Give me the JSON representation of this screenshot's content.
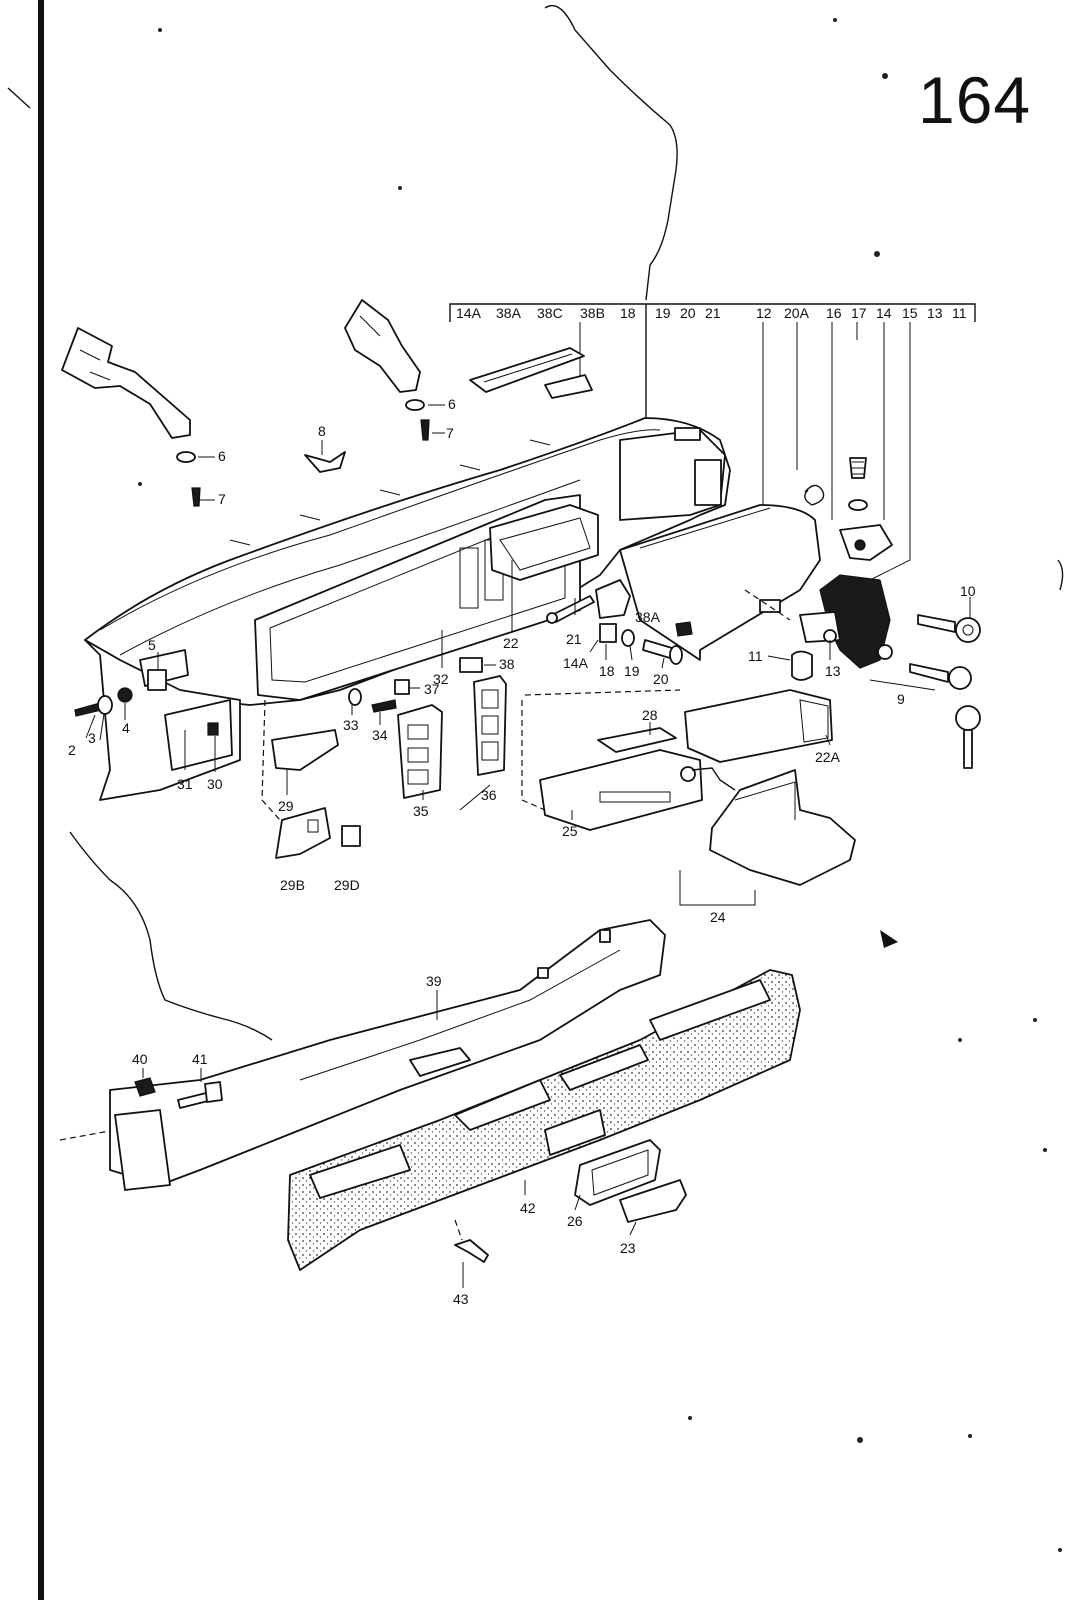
{
  "page_number": "164",
  "header_labels": [
    "14A",
    "38A",
    "38C",
    "38B",
    "18",
    "19",
    "20",
    "21",
    "12",
    "20A",
    "16",
    "17",
    "14",
    "15",
    "13",
    "11"
  ],
  "callouts": {
    "c2": "2",
    "c3": "3",
    "c4": "4",
    "c5": "5",
    "c6a": "6",
    "c6b": "6",
    "c7a": "7",
    "c7b": "7",
    "c8": "8",
    "c9": "9",
    "c10": "10",
    "c11": "11",
    "c13": "13",
    "c14A": "14A",
    "c18": "18",
    "c19": "19",
    "c20": "20",
    "c21": "21",
    "c22": "22",
    "c22A": "22A",
    "c23": "23",
    "c24": "24",
    "c25": "25",
    "c26": "26",
    "c28": "28",
    "c29": "29",
    "c29B": "29B",
    "c29D": "29D",
    "c30": "30",
    "c31": "31",
    "c32": "32",
    "c33": "33",
    "c34": "34",
    "c35": "35",
    "c36": "36",
    "c37": "37",
    "c38": "38",
    "c38A": "38A",
    "c39": "39",
    "c40": "40",
    "c41": "41",
    "c42": "42",
    "c43": "43"
  }
}
